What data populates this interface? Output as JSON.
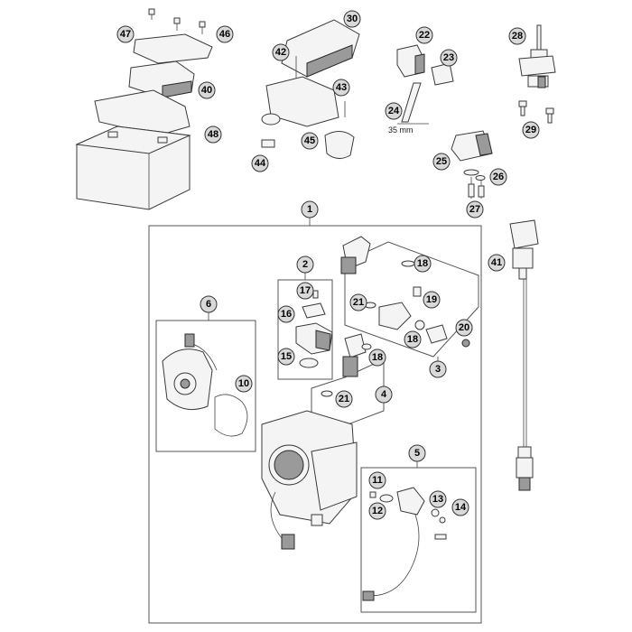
{
  "diagram": {
    "callouts": {
      "c1": "1",
      "c2": "2",
      "c3": "3",
      "c4": "4",
      "c5": "5",
      "c6": "6",
      "c10": "10",
      "c11": "11",
      "c12": "12",
      "c13": "13",
      "c14": "14",
      "c15": "15",
      "c16": "16",
      "c17": "17",
      "c18a": "18",
      "c18b": "18",
      "c18c": "18",
      "c19": "19",
      "c20": "20",
      "c21a": "21",
      "c21b": "21",
      "c22": "22",
      "c23": "23",
      "c24": "24",
      "c25": "25",
      "c26": "26",
      "c27": "27",
      "c28": "28",
      "c29": "29",
      "c30": "30",
      "c40": "40",
      "c41": "41",
      "c42": "42",
      "c43": "43",
      "c44": "44",
      "c45": "45",
      "c46": "46",
      "c47": "47",
      "c48": "48"
    },
    "dimension_label": "35 mm",
    "colors": {
      "callout_fill": "#d9d9d9",
      "line": "#333333"
    }
  }
}
